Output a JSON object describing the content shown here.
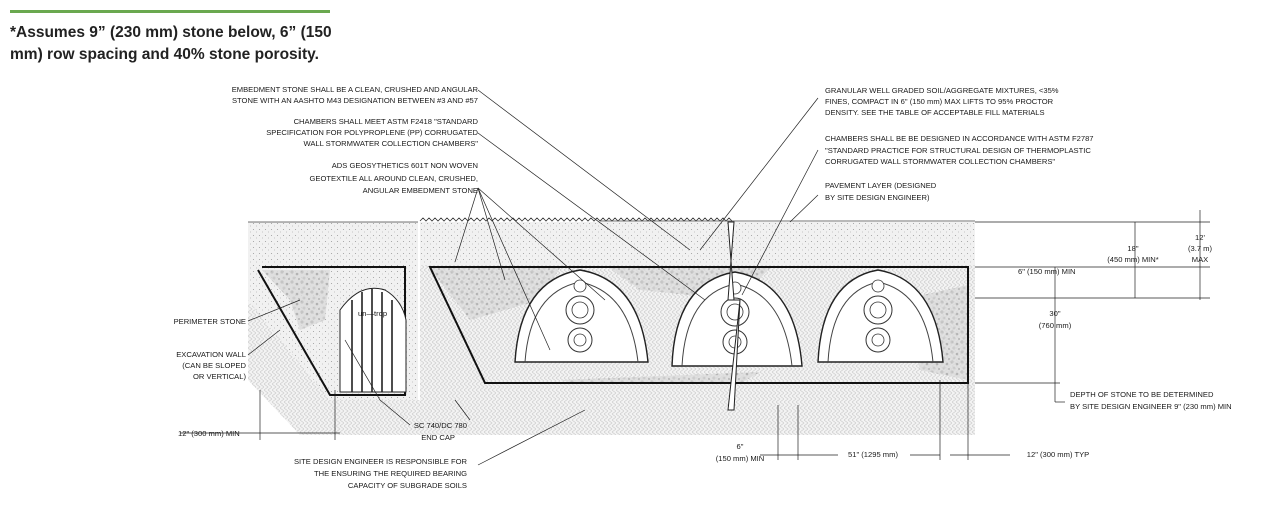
{
  "note": {
    "line1": "*Assumes 9” (230 mm) stone below, 6” (150",
    "line2": "mm) row spacing and 40% stone porosity."
  },
  "colors": {
    "accent": "#6aa84f",
    "ink": "#1a1a1a"
  },
  "callouts": {
    "embedment": [
      "EMBEDMENT STONE SHALL BE A CLEAN, CRUSHED AND ANGULAR",
      "STONE WITH AN AASHTO M43 DESIGNATION BETWEEN #3 AND #57"
    ],
    "astm_f2418": [
      "CHAMBERS SHALL MEET ASTM F2418 \"STANDARD",
      "SPECIFICATION FOR POLYPROPLENE (PP) CORRUGATED",
      "WALL STORMWATER COLLECTION CHAMBERS\""
    ],
    "geotextile": [
      "ADS GEOSYTHETICS 601T NON WOVEN",
      "GEOTEXTILE ALL AROUND CLEAN, CRUSHED,",
      "ANGULAR EMBEDMENT STONE"
    ],
    "granular": [
      "GRANULAR WELL GRADED SOIL/AGGREGATE MIXTURES, <35%",
      "FINES, COMPACT IN 6\" (150 mm) MAX LIFTS TO 95% PROCTOR",
      "DENSITY. SEE THE TABLE OF ACCEPTABLE FILL MATERIALS"
    ],
    "astm_f2787": [
      "CHAMBERS SHALL BE BE DESIGNED IN ACCORDANCE WITH ASTM F2787",
      "\"STANDARD PRACTICE FOR STRUCTURAL DESIGN OF THERMOPLASTIC",
      "CORRUGATED WALL STORMWATER COLLECTION CHAMBERS\""
    ],
    "pavement": [
      "PAVEMENT LAYER (DESIGNED",
      "BY SITE DESIGN ENGINEER)"
    ],
    "perimeter": "PERIMETER STONE",
    "excavation": [
      "EXCAVATION WALL",
      "(CAN BE SLOPED",
      "OR VERTICAL)"
    ],
    "endcap": [
      "SC 740/DC 780",
      "END CAP"
    ],
    "subgrade": [
      "SITE DESIGN ENGINEER IS RESPONSIBLE FOR",
      "THE ENSURING THE REQUIRED BEARING",
      "CAPACITY OF SUBGRADE SOILS"
    ],
    "depth_stone": [
      "DEPTH OF STONE TO BE DETERMINED",
      "BY SITE DESIGN ENGINEER 9\" (230 mm) MIN"
    ]
  },
  "dimensions": {
    "cover_min": [
      "18\"",
      "(450 mm) MIN*"
    ],
    "cover_max": [
      "12'",
      "(3.7 m)",
      "MAX"
    ],
    "stone_above": "6\" (150 mm) MIN",
    "chamber_height": [
      "30\"",
      "(760 mm)"
    ],
    "offset_left": "12\" (300 mm) MIN",
    "row_spacing": [
      "6\"",
      "(150 mm) MIN"
    ],
    "chamber_width": "51\" (1295 mm)",
    "offset_right": "12\" (300 mm) TYP"
  },
  "chamber_marking": "un—trop"
}
